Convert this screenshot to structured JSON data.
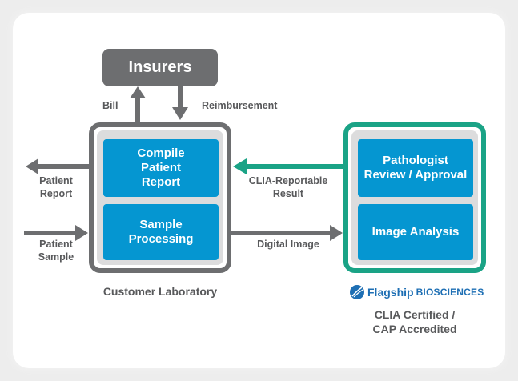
{
  "nodes": {
    "insurers": "Insurers",
    "compile_report": "Compile\nPatient\nReport",
    "sample_processing": "Sample\nProcessing",
    "pathologist_review": "Pathologist\nReview / Approval",
    "image_analysis": "Image Analysis"
  },
  "edges": {
    "bill": "Bill",
    "reimbursement": "Reimbursement",
    "patient_report": "Patient\nReport",
    "patient_sample": "Patient\nSample",
    "clia_result": "CLIA-Reportable\nResult",
    "digital_image": "Digital Image"
  },
  "captions": {
    "customer_lab": "Customer Laboratory",
    "certification": "CLIA Certified /\nCAP Accredited"
  },
  "logo": {
    "name": "Flagship",
    "suffix": "BIOSCIENCES"
  },
  "colors": {
    "gray": "#6d6e70",
    "blue": "#0596d1",
    "green": "#1aa386",
    "panel": "#dcdcdd",
    "logo": "#1e6fb4"
  }
}
